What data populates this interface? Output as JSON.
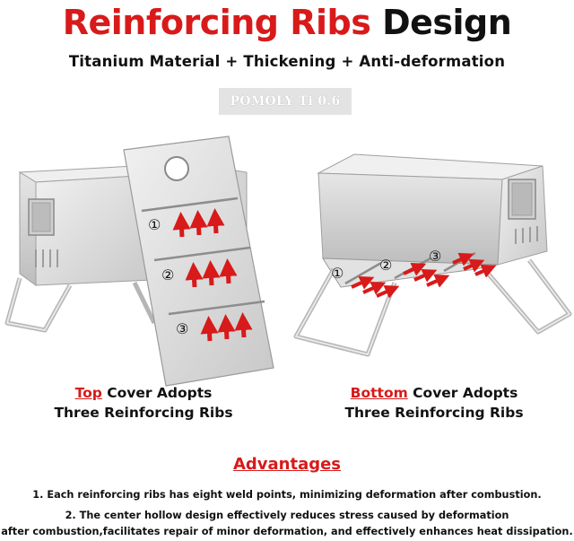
{
  "title": {
    "red": "Reinforcing Ribs",
    "black": "Design"
  },
  "subtitle": "Titanium Material + Thickening + Anti-deformation",
  "badge": "POMOLY Ti 0.6",
  "left_caption": {
    "red": "Top",
    "rest": "Cover Adopts",
    "line2": "Three Reinforcing Ribs"
  },
  "right_caption": {
    "red": "Bottom",
    "rest": "Cover Adopts",
    "line2": "Three Reinforcing Ribs"
  },
  "rib_labels_top": [
    "①",
    "②",
    "③"
  ],
  "rib_labels_bottom": [
    "①",
    "②",
    "③"
  ],
  "advantages": {
    "heading": "Advantages",
    "point1": "1. Each reinforcing ribs has eight weld points, minimizing deformation after combustion.",
    "point2": "2. The center hollow design effectively reduces stress caused by deformation",
    "point3": "after combustion,facilitates repair of minor deformation, and effectively enhances heat dissipation."
  },
  "colors": {
    "accent": "#d81a1a",
    "metal": "#d9d9d9",
    "badge_bg": "#e3e3e3"
  }
}
